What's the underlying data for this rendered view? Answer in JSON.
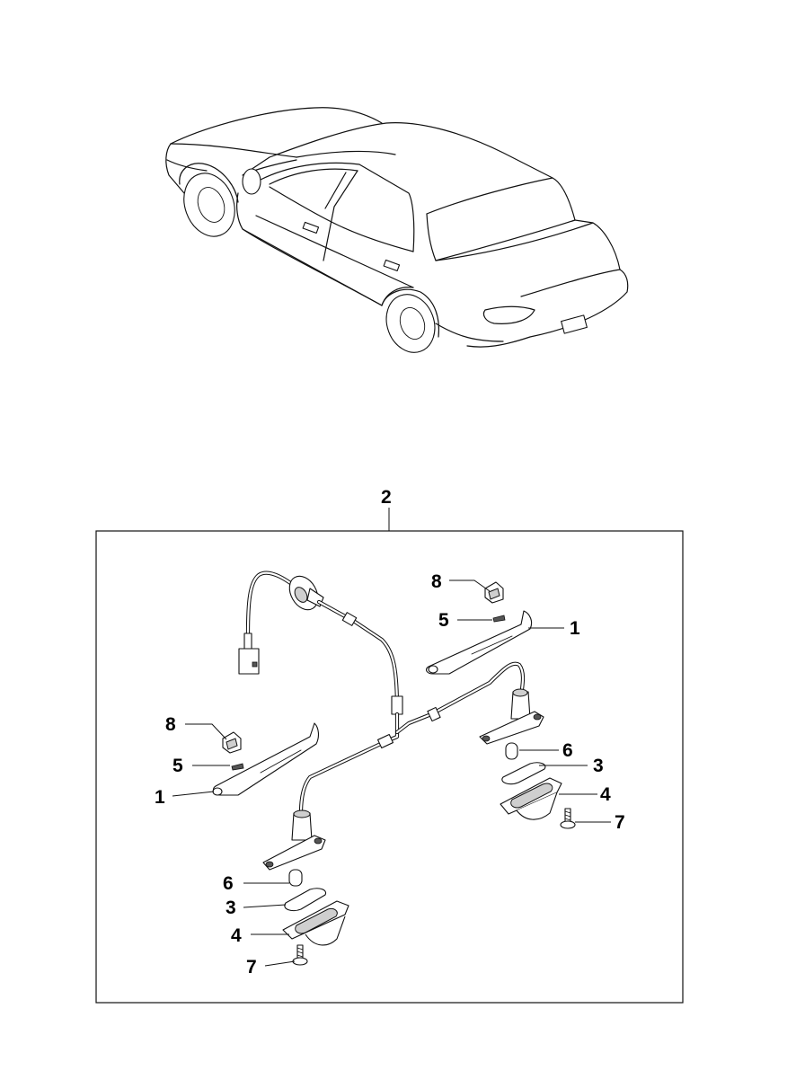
{
  "callouts": {
    "assembly": "2",
    "bracket": "1",
    "lens_gasket": "3",
    "lamp_housing": "4",
    "clip_pin": "5",
    "bulb": "6",
    "screw": "7",
    "nut_clip": "8"
  }
}
